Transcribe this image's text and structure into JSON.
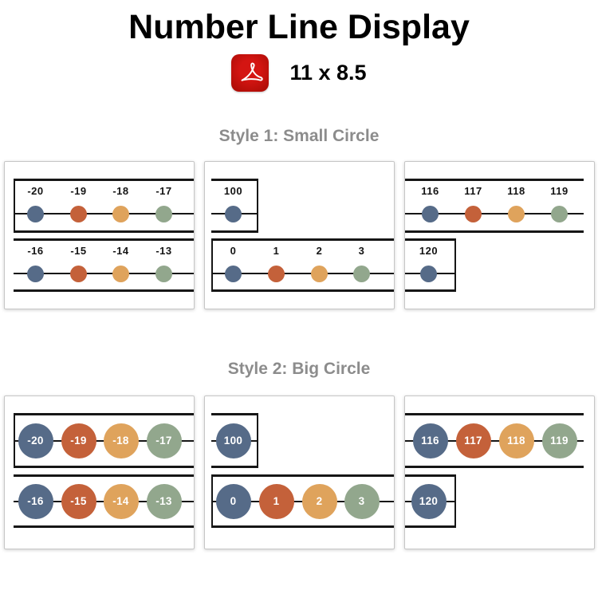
{
  "header": {
    "title": "Number Line Display",
    "file_icon": "pdf-icon",
    "size_label": "11 x 8.5"
  },
  "sections": [
    {
      "heading": "Style 1: Small Circle",
      "circle_style": "small",
      "panels": [
        {
          "strips": [
            {
              "numbers": [
                "-20",
                "-19",
                "-18",
                "-17"
              ]
            },
            {
              "numbers": [
                "-16",
                "-15",
                "-14",
                "-13"
              ]
            }
          ]
        },
        {
          "strips": [
            {
              "numbers": [
                "100"
              ]
            },
            {
              "numbers": [
                "0",
                "1",
                "2",
                "3"
              ]
            }
          ]
        },
        {
          "strips": [
            {
              "numbers": [
                "116",
                "117",
                "118",
                "119"
              ]
            },
            {
              "numbers": [
                "120"
              ]
            }
          ]
        }
      ]
    },
    {
      "heading": "Style 2: Big Circle",
      "circle_style": "big",
      "panels": [
        {
          "strips": [
            {
              "numbers": [
                "-20",
                "-19",
                "-18",
                "-17"
              ]
            },
            {
              "numbers": [
                "-16",
                "-15",
                "-14",
                "-13"
              ]
            }
          ]
        },
        {
          "strips": [
            {
              "numbers": [
                "100"
              ]
            },
            {
              "numbers": [
                "0",
                "1",
                "2",
                "3"
              ]
            }
          ]
        },
        {
          "strips": [
            {
              "numbers": [
                "116",
                "117",
                "118",
                "119"
              ]
            },
            {
              "numbers": [
                "120"
              ]
            }
          ]
        }
      ]
    }
  ],
  "colors": {
    "circle_palette": [
      "#566b88",
      "#c4613a",
      "#dfa35c",
      "#92a78d"
    ],
    "line": "#161616",
    "heading_gray": "#8c8c8c",
    "pdf_red": "#c11204"
  }
}
